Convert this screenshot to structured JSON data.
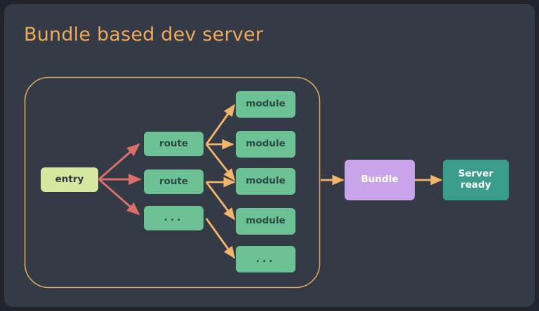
{
  "page": {
    "background": "#343a46",
    "outer_background": "#21242c"
  },
  "diagram": {
    "title": "Bundle based dev server",
    "title_color": "#f0a85c",
    "group_box": {
      "name": "bundling-group",
      "stroke": "#d9a85e"
    },
    "colors": {
      "entry_fill": "#d5e8a0",
      "node_fill": "#6cc295",
      "bundle_fill": "#c9a4ea",
      "server_fill": "#3a9d8b",
      "entry_arrow": "#d96f6b",
      "module_arrow": "#f2b66a"
    },
    "nodes": {
      "entry": {
        "label": "entry"
      },
      "routes": [
        {
          "label": "route"
        },
        {
          "label": "route"
        },
        {
          "label": "..."
        }
      ],
      "modules": [
        {
          "label": "module"
        },
        {
          "label": "module"
        },
        {
          "label": "module"
        },
        {
          "label": "module"
        },
        {
          "label": "..."
        }
      ],
      "bundle": {
        "label": "Bundle"
      },
      "server": {
        "label": "Server\nready"
      }
    }
  }
}
